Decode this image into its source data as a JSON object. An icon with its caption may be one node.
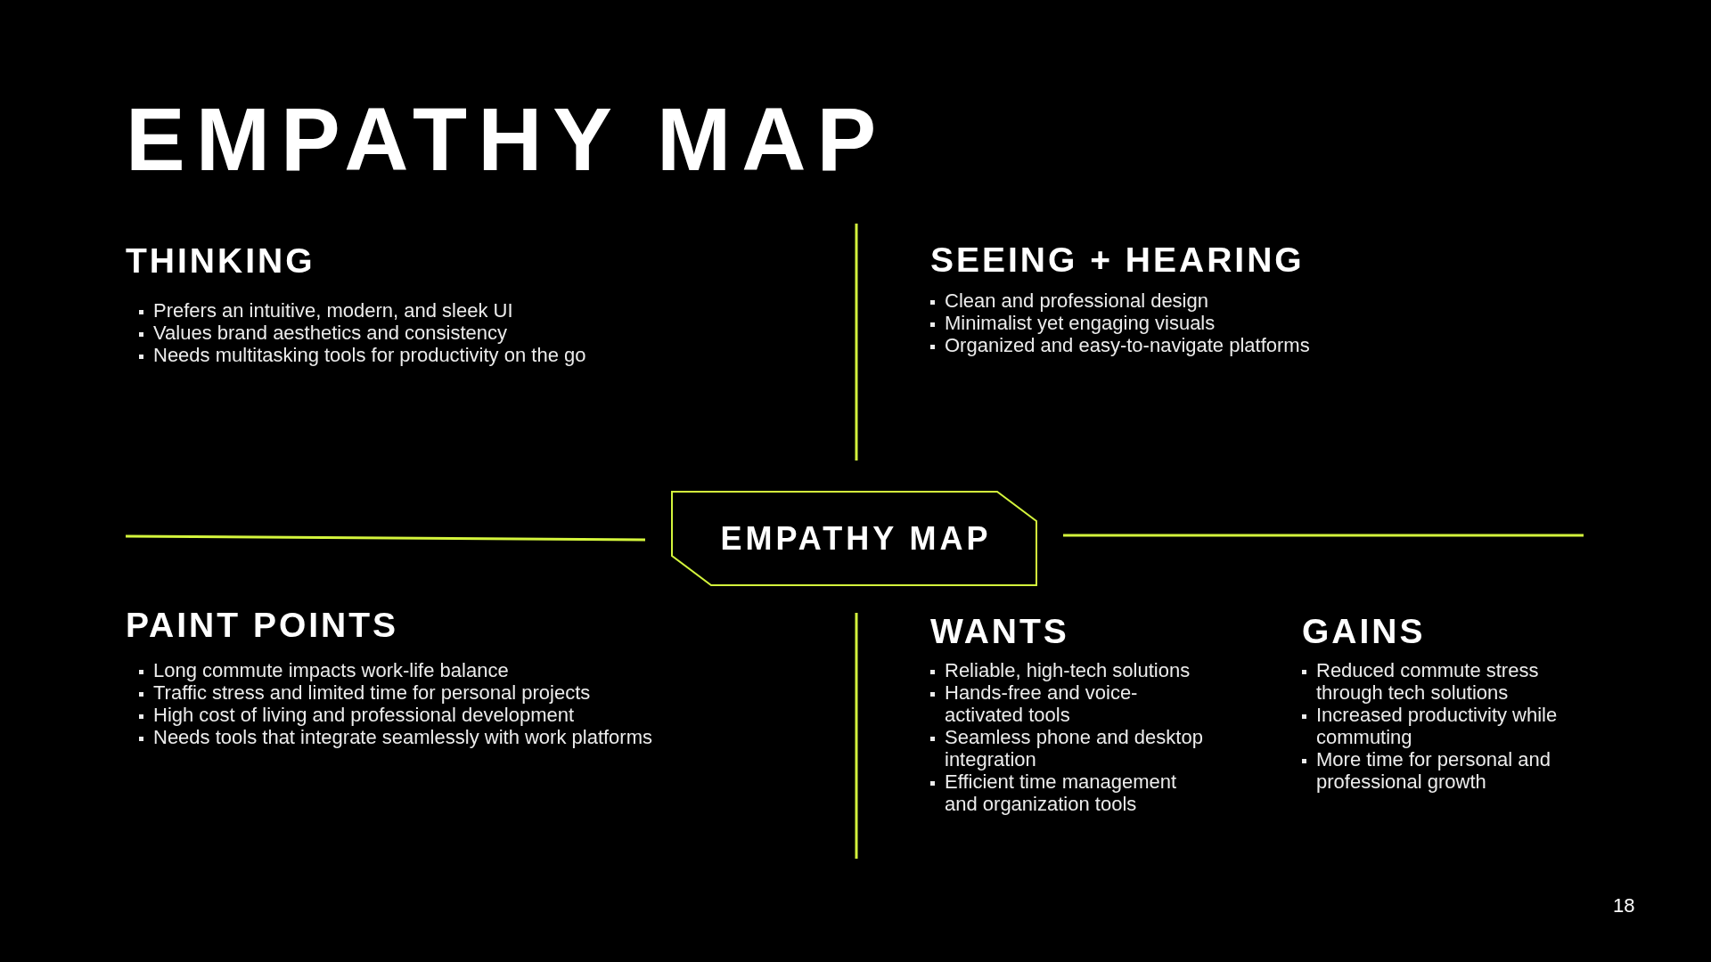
{
  "diagram": {
    "title": "EMPATHY MAP",
    "nodes": [
      {
        "text": [
          "EMPATHY MAP"
        ]
      }
    ],
    "labels": [
      "THINKING",
      "Prefers an intuitive, modern, and sleek UI",
      "Values brand aesthetics and consistency",
      "Needs multitasking tools for productivity on the go",
      "SEEING + HEARING",
      "Clean and professional design",
      "Minimalist yet engaging visuals",
      "Organized and easy-to-navigate platforms",
      "PAINT POINTS",
      "Long commute impacts work-life balance",
      "Traffic stress and limited time for personal projects",
      "High cost of living and professional development",
      "Needs tools that integrate seamlessly with work platforms",
      "WANTS",
      "Reliable, high-tech solutions",
      "Hands-free and voice-activated tools",
      "Seamless phone and desktop integration",
      "Efficient time management and organization tools",
      "GAINS",
      "Reduced commute stress through tech solutions",
      "Increased productivity while commuting",
      "More time for personal and professional growth",
      "18"
    ]
  }
}
